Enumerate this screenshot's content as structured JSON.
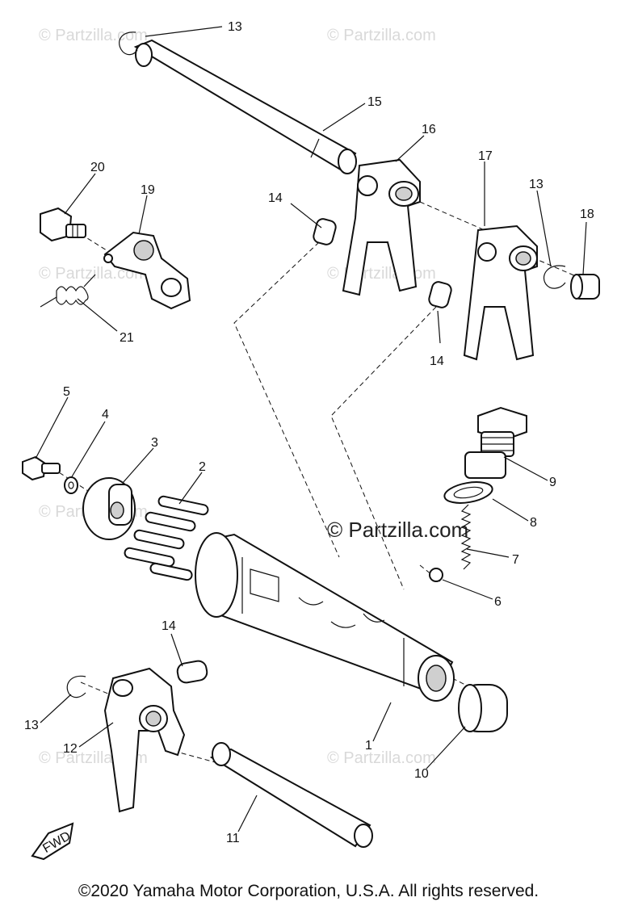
{
  "diagram": {
    "callouts": [
      "13",
      "15",
      "16",
      "17",
      "13",
      "18",
      "20",
      "19",
      "14",
      "21",
      "14",
      "5",
      "4",
      "3",
      "2",
      "9",
      "8",
      "7",
      "6",
      "14",
      "13",
      "12",
      "1",
      "10",
      "11"
    ],
    "watermark": "© Partzilla.com",
    "fwd_label": "FWD",
    "copyright": "©2020 Yamaha Motor Corporation, U.S.A. All rights reserved."
  }
}
